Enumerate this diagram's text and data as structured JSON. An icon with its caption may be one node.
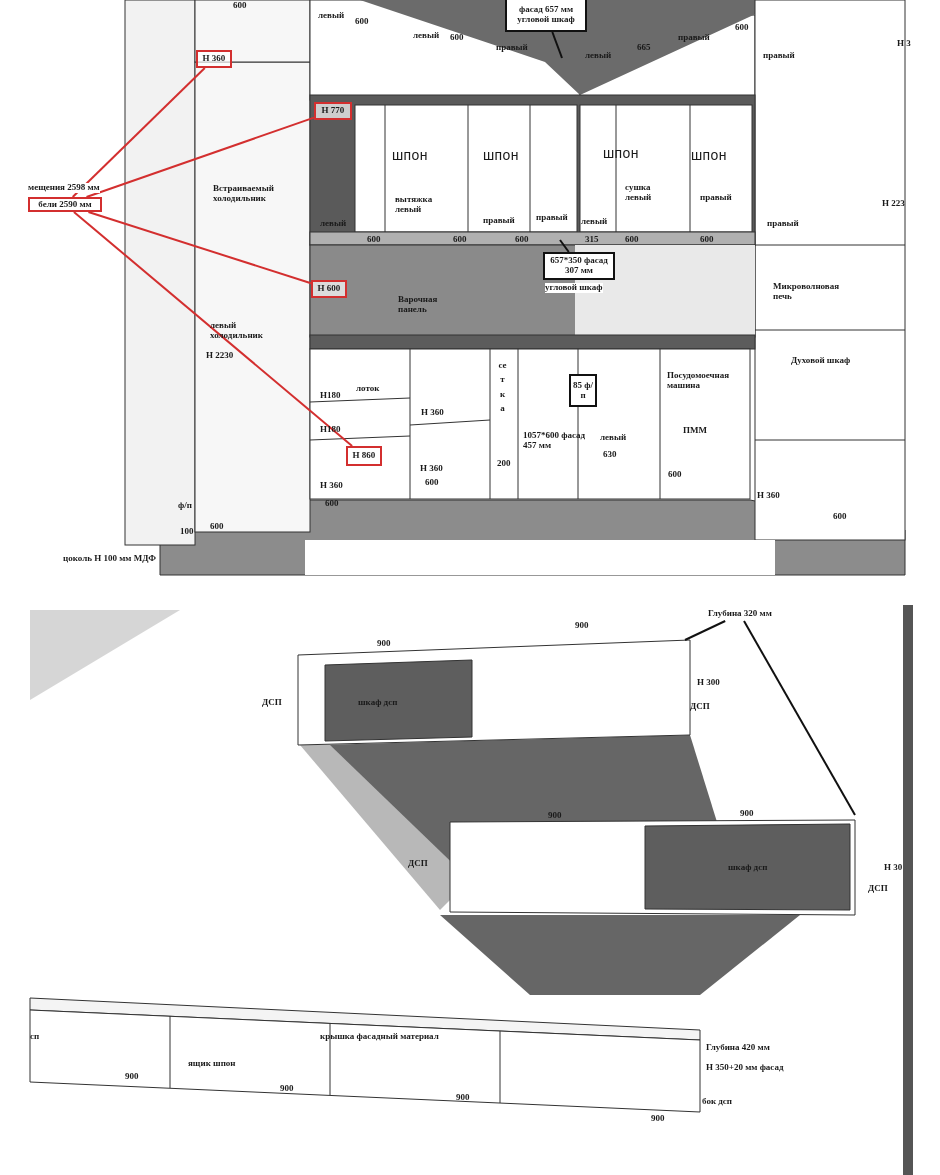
{
  "diagram": {
    "nodes": [
      {
        "text": [
          "бели 2590 мм"
        ],
        "beside": [
          "мещения 2598 мм"
        ]
      },
      {
        "text": [
          "Н 360"
        ]
      },
      {
        "text": [
          "Н 770"
        ]
      },
      {
        "text": [
          "Н 600"
        ]
      },
      {
        "text": [
          "Н 860"
        ]
      },
      {
        "text": [
          "фасад 657 мм угловой шкаф"
        ]
      },
      {
        "text": [
          "657*350 фасад 307 мм"
        ],
        "beside": [
          "угловой шкаф"
        ]
      },
      {
        "text": [
          "85 ф/п"
        ]
      },
      {
        "text": [
          "Глубина 320 мм"
        ]
      }
    ],
    "edges": [
      {
        "from": 0,
        "to": 1,
        "arrow": "none",
        "color": "#d32f2f"
      },
      {
        "from": 0,
        "to": 2,
        "arrow": "none",
        "color": "#d32f2f"
      },
      {
        "from": 0,
        "to": 3,
        "arrow": "none",
        "color": "#d32f2f"
      },
      {
        "from": 0,
        "to": 4,
        "arrow": "none",
        "color": "#d32f2f"
      },
      {
        "from": 5,
        "to": null,
        "arrow": "none",
        "color": "#111111"
      },
      {
        "from": 6,
        "to": null,
        "arrow": "none",
        "color": "#111111"
      },
      {
        "from": 8,
        "to": null,
        "arrow": "none",
        "color": "#111111"
      },
      {
        "from": 8,
        "to": null,
        "arrow": "none",
        "color": "#111111"
      }
    ],
    "labels": [
      "600",
      "левый",
      "600",
      "левый",
      "600",
      "правый",
      "левый",
      "665",
      "правый",
      "600",
      "правый",
      "Н 3",
      "шпон",
      "шпон",
      "шпон",
      "шпон",
      "Встраиваемый холодильник",
      "левый",
      "вытяжка левый",
      "правый",
      "правый",
      "левый",
      "сушка левый",
      "правый",
      "правый",
      "Н 223",
      "600",
      "600",
      "600",
      "315",
      "600",
      "600",
      "Варочная панель",
      "Микроволновая печь",
      "левый холодильник",
      "Н 2230",
      "Духовой шкаф",
      "лоток",
      "Н180",
      "сетка",
      "Посудомоечная машина",
      "Н 360",
      "Н180",
      "1057*600 фасад 457 мм",
      "левый",
      "ПММ",
      "630",
      "200",
      "Н 360",
      "600",
      "Н 360",
      "600",
      "Н 360",
      "600",
      "ф/п",
      "600",
      "100",
      "600",
      "цоколь Н 100 мм МДФ",
      "900",
      "900",
      "Н 300",
      "ДСП",
      "шкаф дсп",
      "ДСП",
      "900",
      "900",
      "ДСП",
      "шкаф дсп",
      "Н 30",
      "ДСП",
      "крышка фасадный материал",
      "сп",
      "900",
      "ящик шпон",
      "900",
      "900",
      "Глубина 420 мм",
      "Н 350+20 мм фасад",
      "бок дсп",
      "900"
    ]
  }
}
